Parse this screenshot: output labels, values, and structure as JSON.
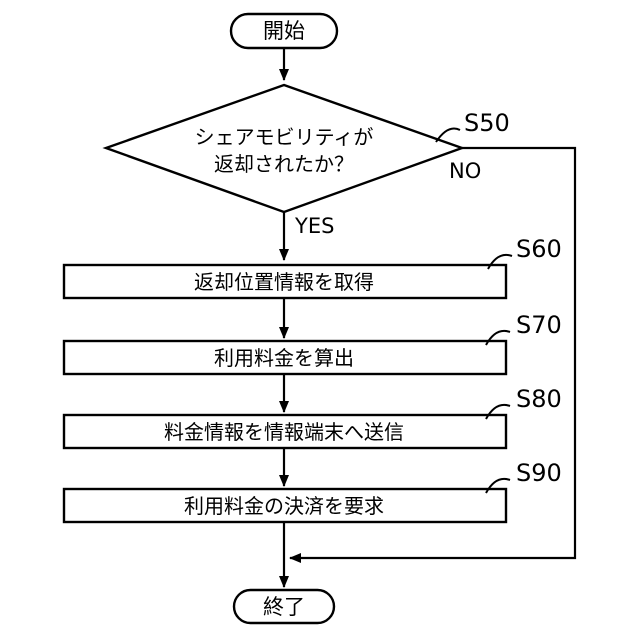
{
  "diagram": {
    "start_label": "開始",
    "decision": {
      "text_line1": "シェアモビリティが",
      "text_line2": "返却されたか？",
      "step_id": "S50",
      "no_label": "NO",
      "yes_label": "YES"
    },
    "boxes": [
      {
        "label": "返却位置情報を取得",
        "step_id": "S60"
      },
      {
        "label": "利用料金を算出",
        "step_id": "S70"
      },
      {
        "label": "料金情報を情報端末へ送信",
        "step_id": "S80"
      },
      {
        "label": "利用料金の決済を要求",
        "step_id": "S90"
      }
    ],
    "end_label": "終了"
  }
}
